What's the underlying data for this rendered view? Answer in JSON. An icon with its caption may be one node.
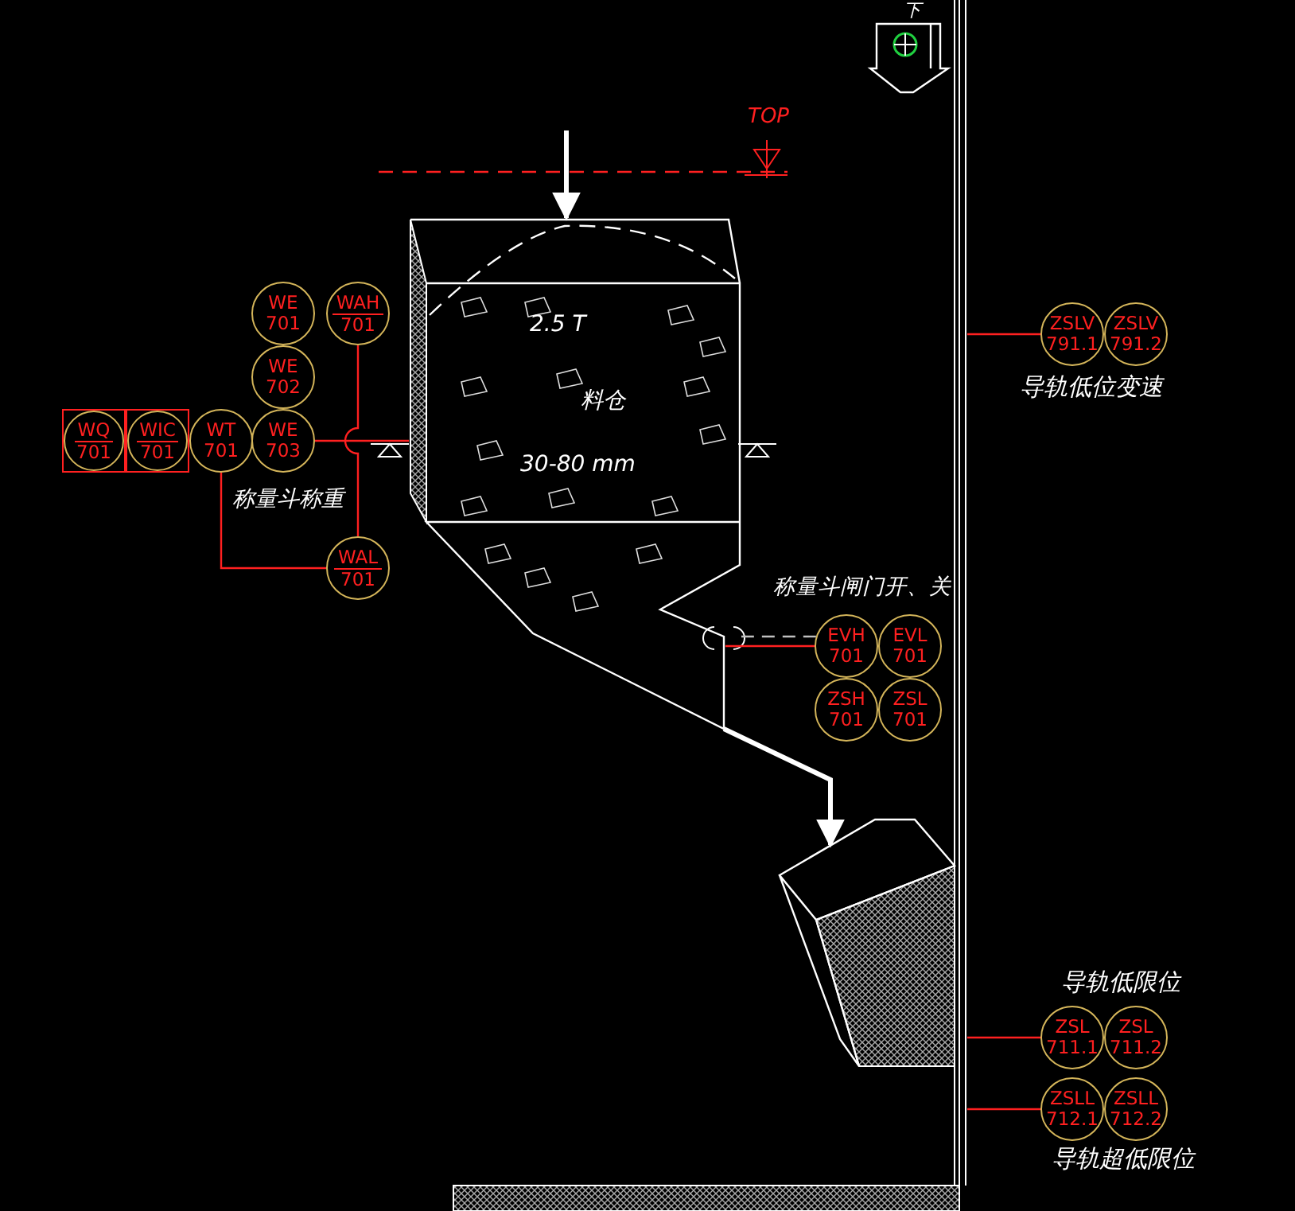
{
  "diagram": {
    "nodes": [
      {
        "text": [
          "2.5 T",
          "料仓",
          "30-80 mm"
        ]
      },
      {
        "text": [
          "WE",
          "701"
        ]
      },
      {
        "text": [
          "WAH",
          "701"
        ]
      },
      {
        "text": [
          "WE",
          "702"
        ]
      },
      {
        "text": [
          "WQ",
          "701"
        ]
      },
      {
        "text": [
          "WIC",
          "701"
        ]
      },
      {
        "text": [
          "WT",
          "701"
        ]
      },
      {
        "text": [
          "WE",
          "703"
        ]
      },
      {
        "text": [
          "WAL",
          "701"
        ]
      },
      {
        "text": [
          "EVH",
          "701"
        ]
      },
      {
        "text": [
          "EVL",
          "701"
        ]
      },
      {
        "text": [
          "ZSH",
          "701"
        ]
      },
      {
        "text": [
          "ZSL",
          "701"
        ]
      },
      {
        "text": [
          "ZSLV",
          "791.1"
        ]
      },
      {
        "text": [
          "ZSLV",
          "791.2"
        ]
      },
      {
        "text": [
          "ZSL",
          "711.1"
        ]
      },
      {
        "text": [
          "ZSL",
          "711.2"
        ]
      },
      {
        "text": [
          "ZSLL",
          "712.1"
        ]
      },
      {
        "text": [
          "ZSLL",
          "712.2"
        ]
      },
      {
        "text": [],
        "shape": "box"
      },
      {
        "text": [],
        "shape": "bar"
      }
    ],
    "edges": [
      {
        "from": null,
        "to": 0,
        "arrow": "to",
        "style": "thick",
        "color": "#ffffff"
      },
      {
        "from": 0,
        "to": 19,
        "arrow": "to",
        "style": "thick",
        "color": "#ffffff"
      },
      {
        "from": 7,
        "to": 0,
        "arrow": "none"
      },
      {
        "from": 2,
        "to": 8,
        "arrow": "none"
      },
      {
        "from": 6,
        "to": 8,
        "arrow": "none"
      },
      {
        "from": 9,
        "to": 0,
        "arrow": "none"
      },
      {
        "from": 13,
        "to": 20,
        "arrow": "none"
      },
      {
        "from": 15,
        "to": 20,
        "arrow": "none"
      },
      {
        "from": 17,
        "to": 20,
        "arrow": "none"
      },
      {
        "from": 9,
        "to": 0,
        "arrow": "none",
        "style": "dashed",
        "color": "#c0c0c0"
      }
    ],
    "labels": [
      "下",
      "TOP",
      "导轨低位变速",
      "称量斗称重",
      "称量斗闸门开、关",
      "导轨低限位",
      "导轨超低限位"
    ]
  }
}
